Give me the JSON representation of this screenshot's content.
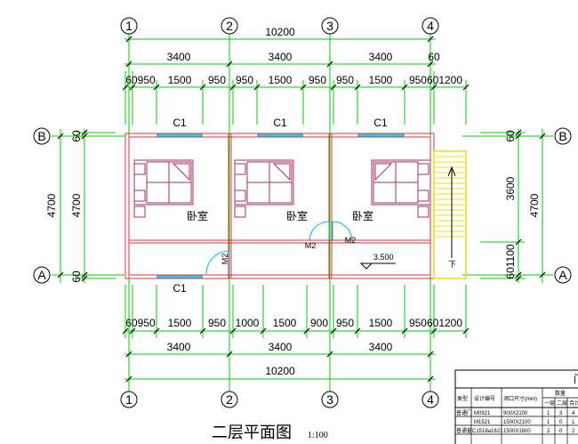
{
  "drawing": {
    "title": "二层平面图",
    "scale": "1:100",
    "axes_vertical": [
      "1",
      "2",
      "3",
      "4"
    ],
    "axes_horizontal": [
      "B",
      "A"
    ]
  },
  "dimensions": {
    "top_total": "10200",
    "top_bays": [
      "3400",
      "3400",
      "3400",
      "60"
    ],
    "top_detail": [
      "60950",
      "1500",
      "950",
      "950",
      "1500",
      "950",
      "950",
      "1500",
      "950601200"
    ],
    "bottom_detail": [
      "60950",
      "1500",
      "950",
      "1000",
      "1500",
      "900",
      "950",
      "1500",
      "950601200"
    ],
    "bottom_bays": [
      "3400",
      "3400",
      "3400"
    ],
    "bottom_total": "10200",
    "left_outer": "4700",
    "left_inner": "4700",
    "left_small_top": "60",
    "left_small_bottom": "60",
    "right_outer": "4700",
    "right_inner_top": "3600",
    "right_inner_bottom": "601100",
    "right_small_top": "60"
  },
  "labels": {
    "windows_top": [
      "C1",
      "C1",
      "C1"
    ],
    "window_bottom": "C1",
    "rooms": [
      "卧室",
      "卧室",
      "卧室"
    ],
    "doors": [
      "M2",
      "M2",
      "M2"
    ],
    "elevation": "3.500",
    "stair": "下"
  },
  "table": {
    "header_title": "门",
    "col_headers": [
      "类型",
      "设计编号",
      "洞口尺寸(mm)",
      "数量"
    ],
    "sub_headers": [
      "一层",
      "二层",
      "合计"
    ],
    "rows": [
      {
        "type": "普通门",
        "code": "M0921",
        "size": "900X2100",
        "n1": "1",
        "n2": "3",
        "total": "4"
      },
      {
        "type": "",
        "code": "M1521",
        "size": "1500X2100",
        "n1": "1",
        "n2": "0",
        "total": "1"
      },
      {
        "type": "普通窗",
        "code": "C1518a1621",
        "size": "1500X1600",
        "n1": "2",
        "n2": "0",
        "total": "2"
      }
    ]
  }
}
